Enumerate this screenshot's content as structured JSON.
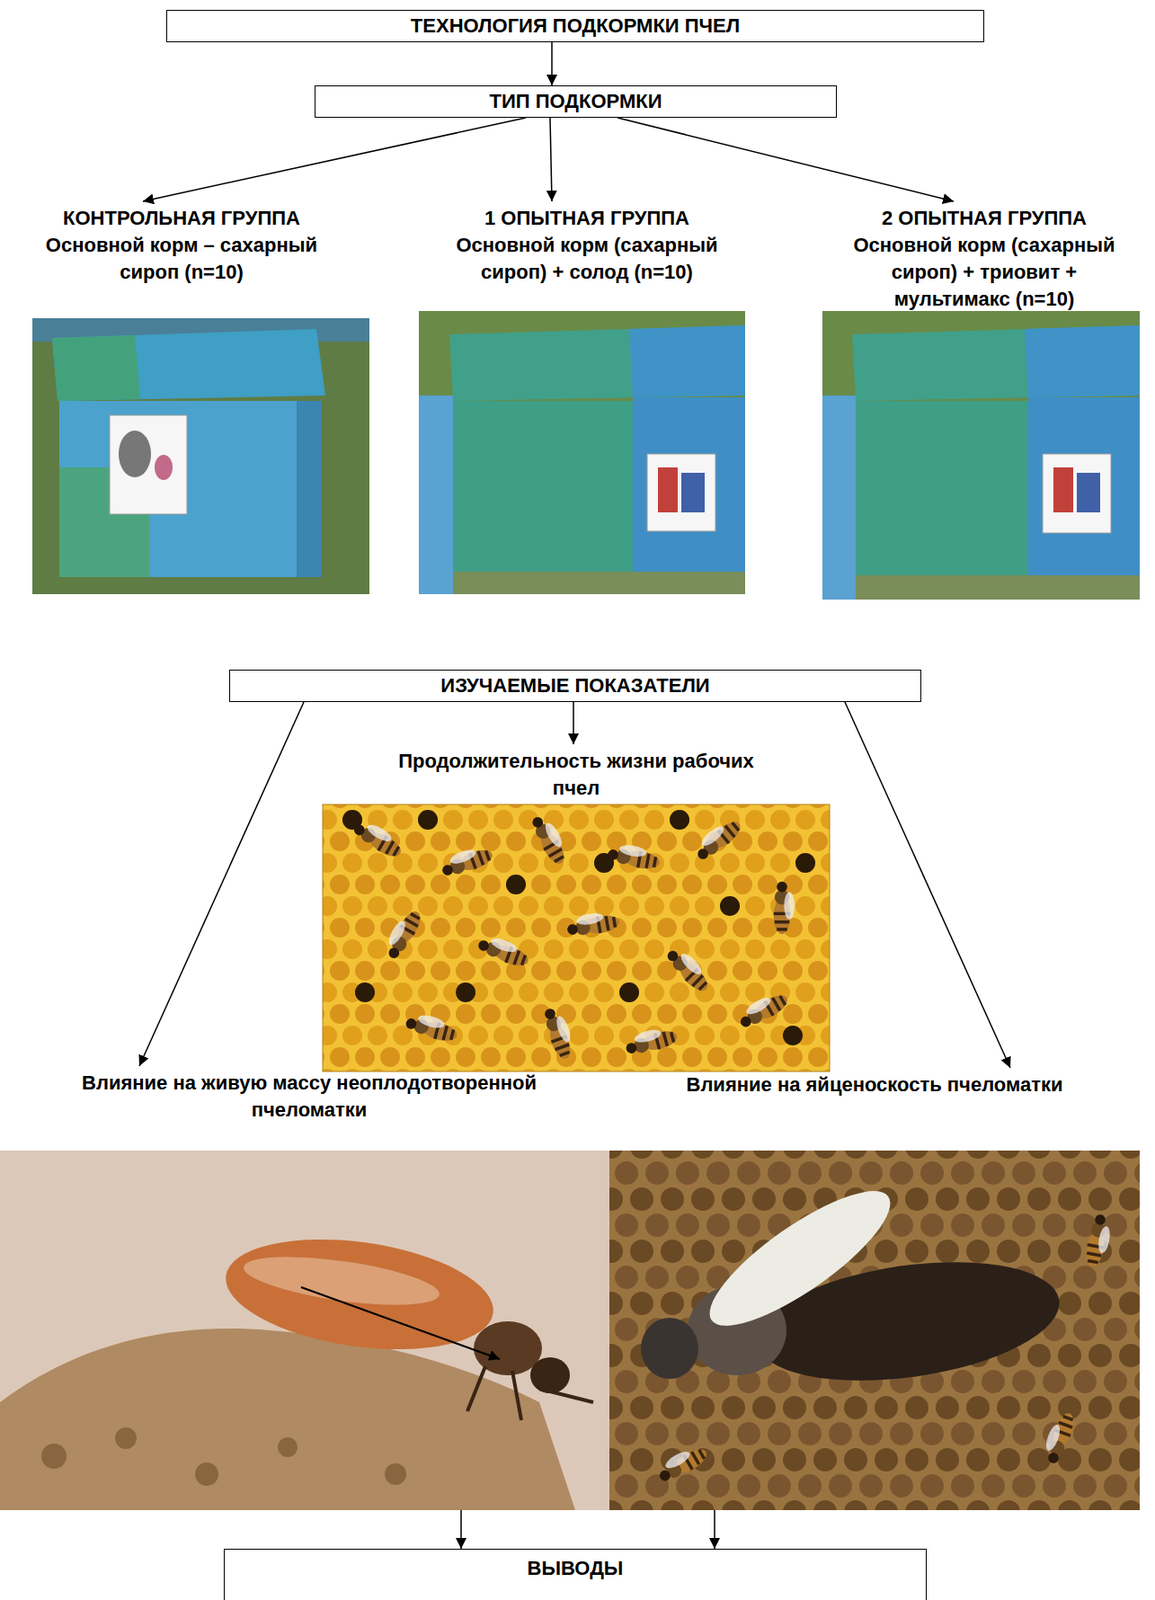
{
  "diagram": {
    "nodes": [
      {
        "text": [
          "ТЕХНОЛОГИЯ ПОДКОРМКИ ПЧЕЛ"
        ]
      },
      {
        "text": [
          "ТИП ПОДКОРМКИ"
        ]
      },
      {
        "text": [
          "КОНТРОЛЬНАЯ ГРУППА",
          "Основной корм – сахарный сироп (n=10)"
        ]
      },
      {
        "text": [
          "1 ОПЫТНАЯ ГРУППА",
          "Основной корм (сахарный сироп) + солод (n=10)"
        ]
      },
      {
        "text": [
          "2 ОПЫТНАЯ ГРУППА",
          "Основной корм (сахарный сироп) + триовит + мультимакс (n=10)"
        ]
      },
      {
        "text": [
          "ИЗУЧАЕМЫЕ ПОКАЗАТЕЛИ"
        ]
      },
      {
        "text": [
          "Продолжительность жизни рабочих пчел"
        ]
      },
      {
        "text": [
          "Влияние на живую массу неоплодотворенной пчеломатки"
        ]
      },
      {
        "text": [
          "Влияние на яйценоскость пчеломатки"
        ]
      },
      {
        "text": [
          "ВЫВОДЫ"
        ]
      }
    ],
    "edges": [
      {
        "from": 0,
        "to": 1,
        "arrow": "to"
      },
      {
        "from": 1,
        "to": 2,
        "arrow": "to"
      },
      {
        "from": 1,
        "to": 3,
        "arrow": "to"
      },
      {
        "from": 1,
        "to": 4,
        "arrow": "to"
      },
      {
        "from": 5,
        "to": 6,
        "arrow": "to"
      },
      {
        "from": 5,
        "to": 7,
        "arrow": "to"
      },
      {
        "from": 5,
        "to": 8,
        "arrow": "to"
      },
      {
        "from": 7,
        "to": 9,
        "arrow": "to"
      },
      {
        "from": 8,
        "to": 9,
        "arrow": "to"
      }
    ]
  }
}
